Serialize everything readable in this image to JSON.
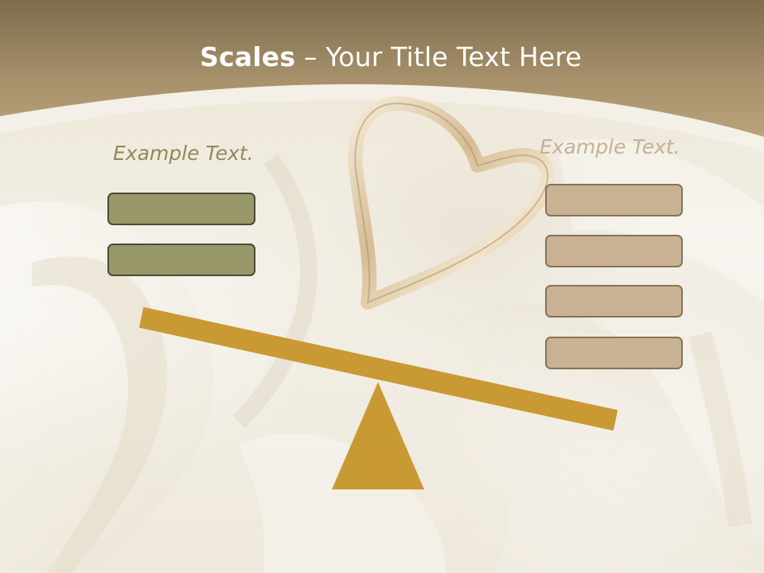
{
  "title": {
    "bold": "Scales",
    "rest": " – Your Title Text Here"
  },
  "left": {
    "label": "Example Text.",
    "boxes": 2
  },
  "right": {
    "label": "Example Text.",
    "boxes": 4
  },
  "colors": {
    "header_dark": "#7e6c4d",
    "header_light": "#b8a27b",
    "left_box_fill": "#98986a",
    "left_box_border": "#4b4a33",
    "right_box_fill": "#c9b293",
    "right_box_border": "#857357",
    "beam": "#c99a34",
    "left_label": "#8e8a5d",
    "right_label": "#c3b293"
  },
  "icons": {
    "background_image": "heart-pendant-on-fabric"
  }
}
